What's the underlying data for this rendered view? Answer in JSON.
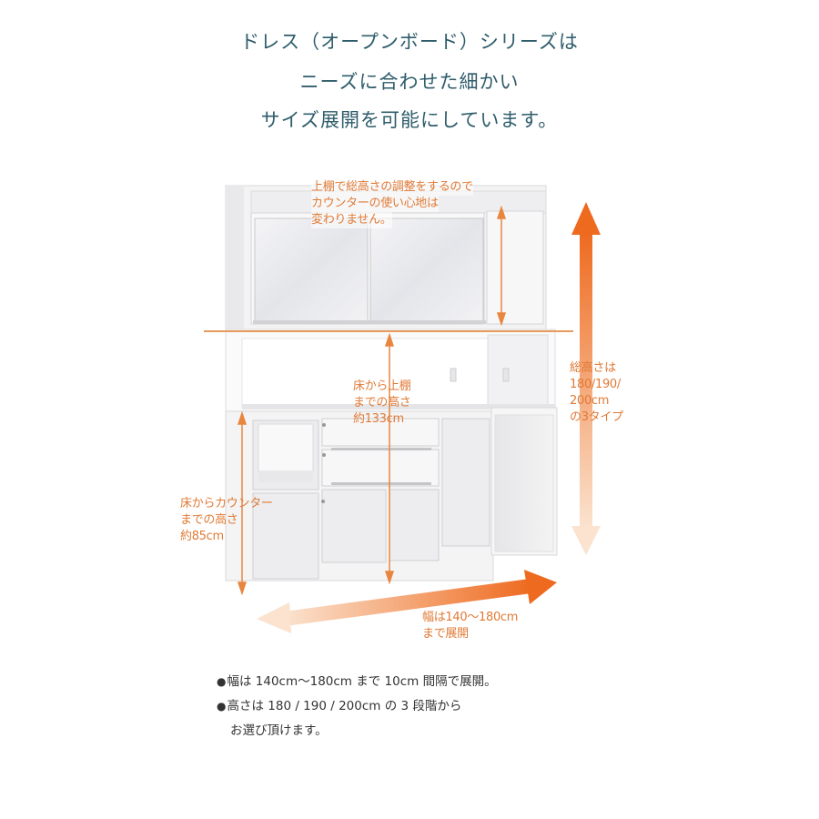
{
  "heading": {
    "line1": "ドレス（オープンボード）シリーズは",
    "line2": "ニーズに合わせた細かい",
    "line3": "サイズ展開を可能にしています。"
  },
  "annotations": {
    "top_shelf": [
      "上棚で総高さの調整をするので",
      "カウンターの使い心地は",
      "変わりません。"
    ],
    "floor_to_top_shelf": [
      "床から上棚",
      "までの高さ",
      "約133cm"
    ],
    "total_height": [
      "総高さは",
      "180/190/",
      "200cm",
      "の3タイプ"
    ],
    "floor_to_counter": [
      "床からカウンター",
      "までの高さ",
      "約85cm"
    ],
    "width": [
      "幅は140～180cm",
      "まで展開"
    ]
  },
  "notes": {
    "bullet": "●",
    "item1": "幅は 140cm～180cm まで 10cm 間隔で展開。",
    "item2_line1": "高さは 180 / 190 / 200cm の 3 段階から",
    "item2_line2": "お選び頂けます。"
  },
  "colors": {
    "heading": "#2f5d6b",
    "annotation": "#e07a36",
    "arrow_dark": "#ee6a1f",
    "arrow_light": "#fbe3cf"
  }
}
